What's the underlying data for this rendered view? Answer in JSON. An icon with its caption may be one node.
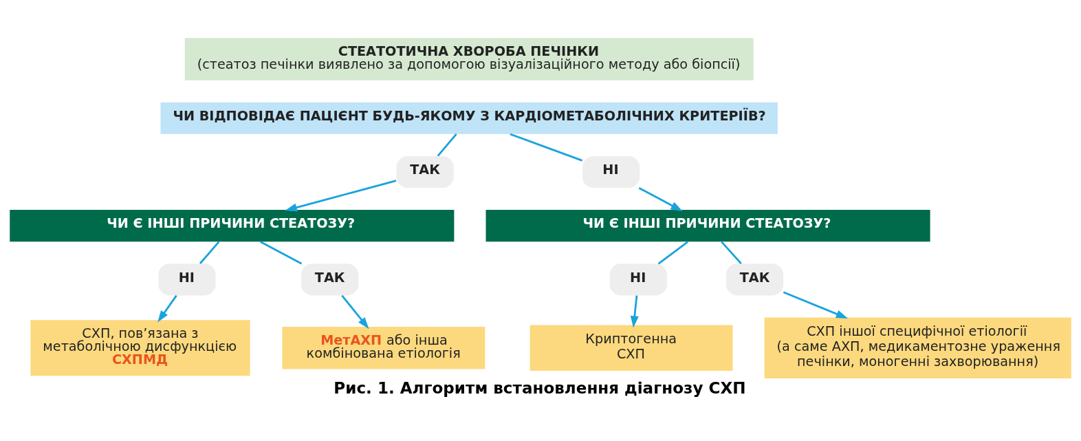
{
  "diagram": {
    "caption": "Рис. 1. Алгоритм встановлення діагнозу СХП",
    "nodes": [
      {
        "text": [
          "СТЕАТОТИЧНА ХВОРОБА ПЕЧІНКИ",
          "(стеатоз печінки виявлено за допомогою візуалізаційного методу або біопсії)"
        ]
      },
      {
        "text": [
          "ЧИ ВІДПОВІДАЄ ПАЦІЄНТ БУДЬ-ЯКОМУ З КАРДІОМЕТАБОЛІЧНИХ КРИТЕРІЇВ?"
        ]
      },
      {
        "text": [
          "ТАК"
        ]
      },
      {
        "text": [
          "НІ"
        ]
      },
      {
        "text": [
          "ЧИ Є ІНШІ ПРИЧИНИ СТЕАТОЗУ?"
        ]
      },
      {
        "text": [
          "ЧИ Є ІНШІ ПРИЧИНИ СТЕАТОЗУ?"
        ]
      },
      {
        "text": [
          "НІ"
        ]
      },
      {
        "text": [
          "ТАК"
        ]
      },
      {
        "text": [
          "НІ"
        ]
      },
      {
        "text": [
          "ТАК"
        ]
      },
      {
        "text": [
          "СХП, пов’язана з метаболічною дисфункцією **СХПМД**"
        ]
      },
      {
        "text": [
          "**МетАХП** або інша комбінована етіологія"
        ]
      },
      {
        "text": [
          "Криптогенна СХП"
        ]
      },
      {
        "text": [
          "СХП іншої специфічної етіології",
          "(а саме АХП, медикаментозне ураження печінки, моногенні захворювання)"
        ]
      }
    ],
    "edges": [
      {
        "from": 1,
        "to": 2,
        "arrow": "none"
      },
      {
        "from": 2,
        "to": 4,
        "arrow": "to"
      },
      {
        "from": 1,
        "to": 3,
        "arrow": "none"
      },
      {
        "from": 3,
        "to": 5,
        "arrow": "to"
      },
      {
        "from": 4,
        "to": 6,
        "arrow": "none"
      },
      {
        "from": 6,
        "to": 10,
        "arrow": "to"
      },
      {
        "from": 4,
        "to": 7,
        "arrow": "none"
      },
      {
        "from": 7,
        "to": 11,
        "arrow": "to"
      },
      {
        "from": 5,
        "to": 8,
        "arrow": "none"
      },
      {
        "from": 8,
        "to": 12,
        "arrow": "to"
      },
      {
        "from": 5,
        "to": 9,
        "arrow": "none"
      },
      {
        "from": 9,
        "to": 13,
        "arrow": "to"
      }
    ]
  }
}
